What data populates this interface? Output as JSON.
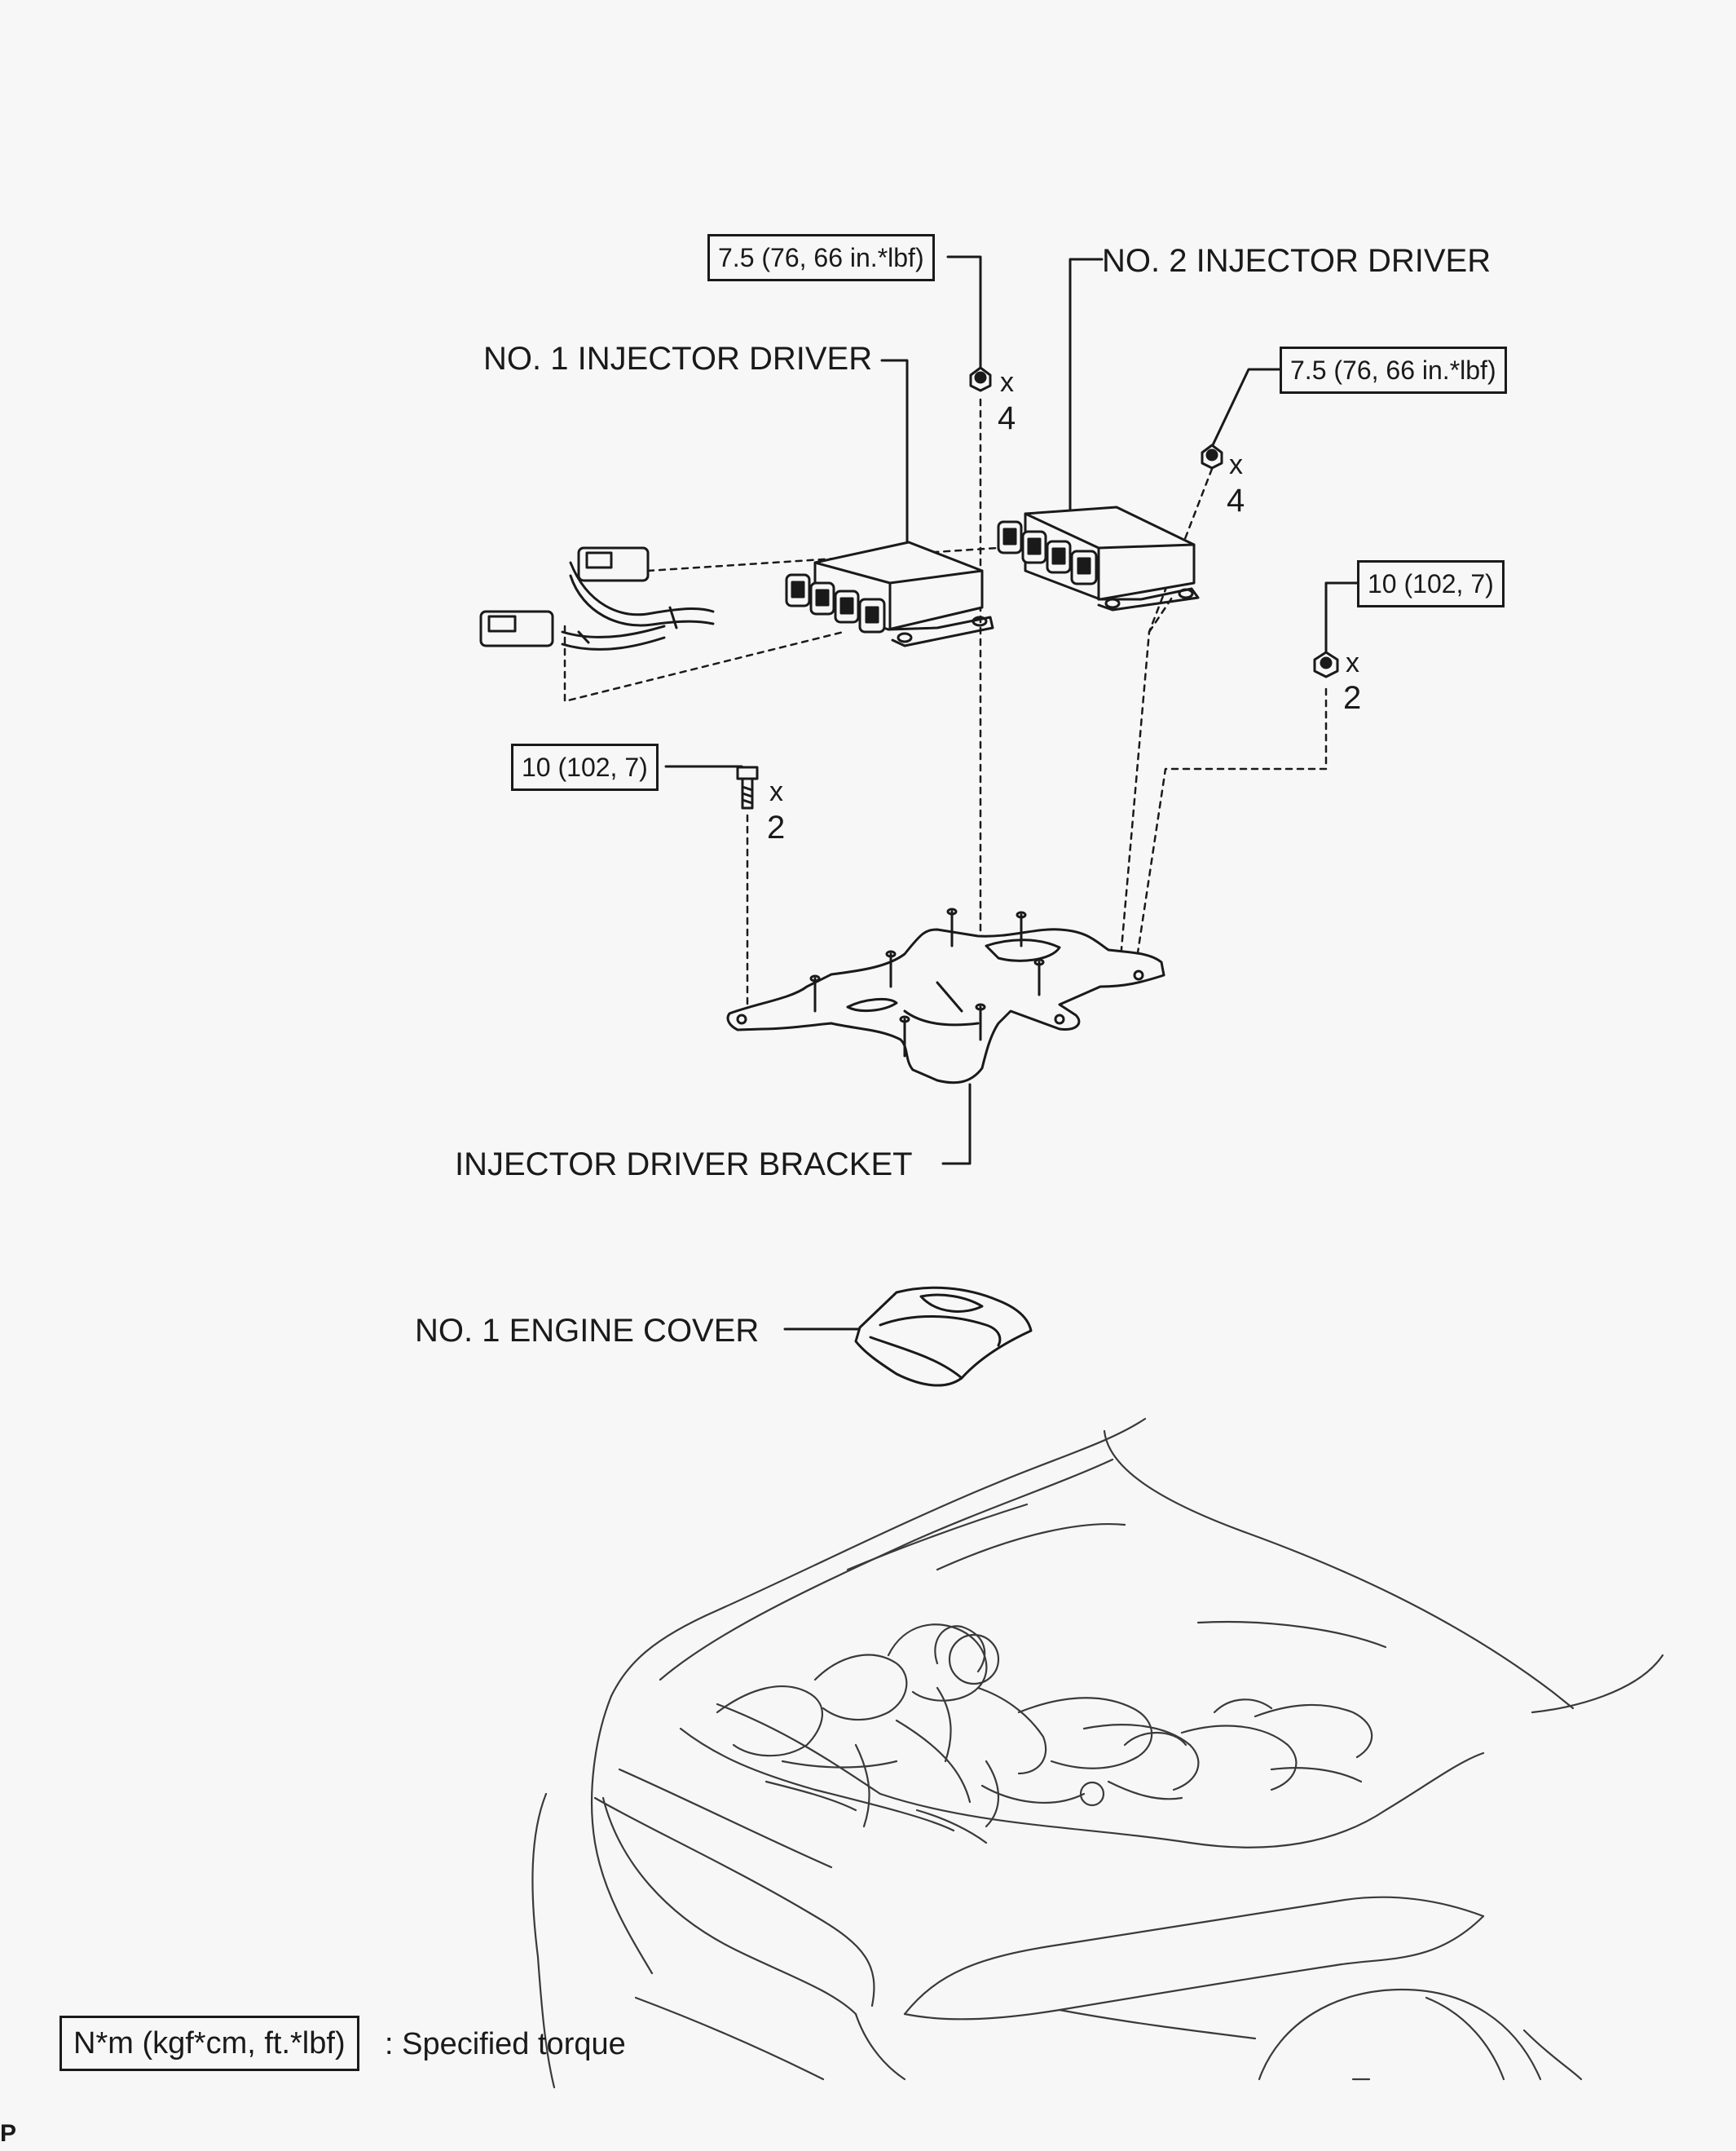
{
  "labels": {
    "no1_driver": "NO. 1 INJECTOR DRIVER",
    "no2_driver": "NO. 2 INJECTOR DRIVER",
    "bracket": "INJECTOR DRIVER BRACKET",
    "engine_cover": "NO. 1 ENGINE COVER"
  },
  "torques": {
    "nut_no1": "7.5 (76, 66 in.*lbf)",
    "nut_no2": "7.5 (76, 66 in.*lbf)",
    "nut_right": "10 (102, 7)",
    "bolt_left": "10 (102, 7)"
  },
  "quantities": {
    "nut_no1": {
      "x": "x",
      "n": "4"
    },
    "nut_no2": {
      "x": "x",
      "n": "4"
    },
    "nut_right": {
      "x": "x",
      "n": "2"
    },
    "bolt_left": {
      "x": "x",
      "n": "2"
    }
  },
  "legend": {
    "box": "N*m (kgf*cm, ft.*lbf)",
    "text": ": Specified torque"
  },
  "corner_code": "P"
}
